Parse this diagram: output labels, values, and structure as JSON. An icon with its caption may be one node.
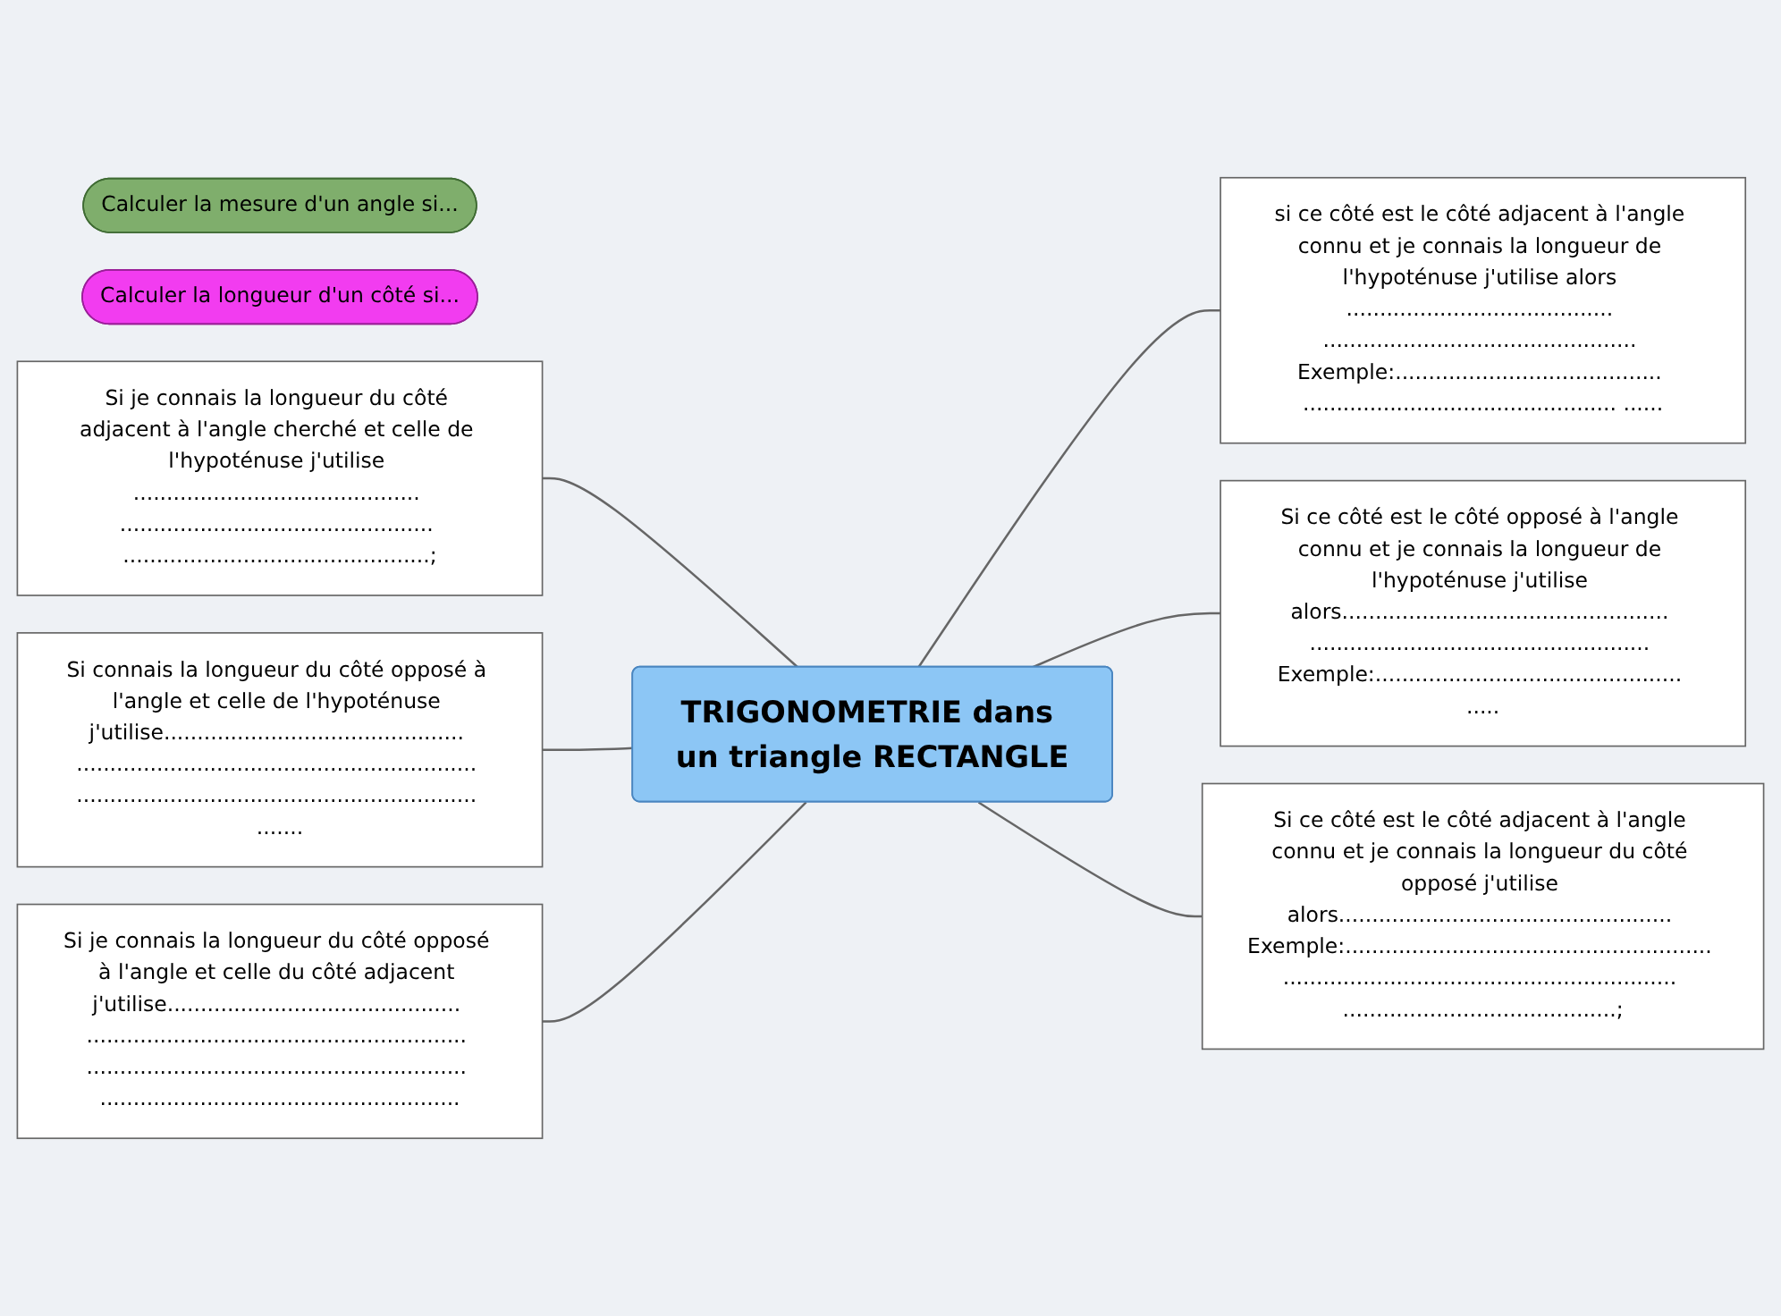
{
  "diagram": {
    "nodes": [
      {
        "text": [
          "Calculer la mesure d'un angle si..."
        ]
      },
      {
        "text": [
          "Calculer la longueur d'un côté si..."
        ]
      },
      {
        "text": [
          "Si je connais la longueur du côté adjacent à l'angle cherché et celle de l'hypoténuse j'utilise ........................................... ............................................... ..............................................;"
        ]
      },
      {
        "text": [
          "si ce côté est le côté adjacent à l'angle connu et je connais la longueur de l'hypoténuse j'utilise alors ........................................ ............................................... Exemple:........................................ ............................................... ......"
        ]
      },
      {
        "text": [
          "Si connais la longueur du côté opposé à l'angle et celle de l'hypoténuse j'utilise............................................. ............................................................ ............................................................ ......."
        ]
      },
      {
        "text": [
          "TRIGONOMETRIE dans un triangle RECTANGLE"
        ]
      },
      {
        "text": [
          "Si ce côté est le côté opposé à l'angle connu et je connais la longueur de l'hypoténuse j'utilise alors................................................. ................................................... Exemple:.............................................. ....."
        ]
      },
      {
        "text": [
          "Si je connais la longueur du côté opposé à l'angle et celle du côté adjacent j'utilise............................................ ......................................................... ......................................................... ......................................................"
        ]
      },
      {
        "text": [
          "Si ce côté est le côté adjacent à l'angle connu et je connais la longueur du côté opposé j'utilise alors.................................................. Exemple:....................................................... ........................................................... .........................................;"
        ]
      }
    ],
    "edges": [
      {
        "from": 2,
        "to": 5,
        "arrow": "none"
      },
      {
        "from": 5,
        "to": 3,
        "arrow": "none"
      },
      {
        "from": 4,
        "to": 5,
        "arrow": "none"
      },
      {
        "from": 5,
        "to": 6,
        "arrow": "none"
      },
      {
        "from": 7,
        "to": 5,
        "arrow": "none"
      },
      {
        "from": 5,
        "to": 8,
        "arrow": "none"
      }
    ]
  }
}
